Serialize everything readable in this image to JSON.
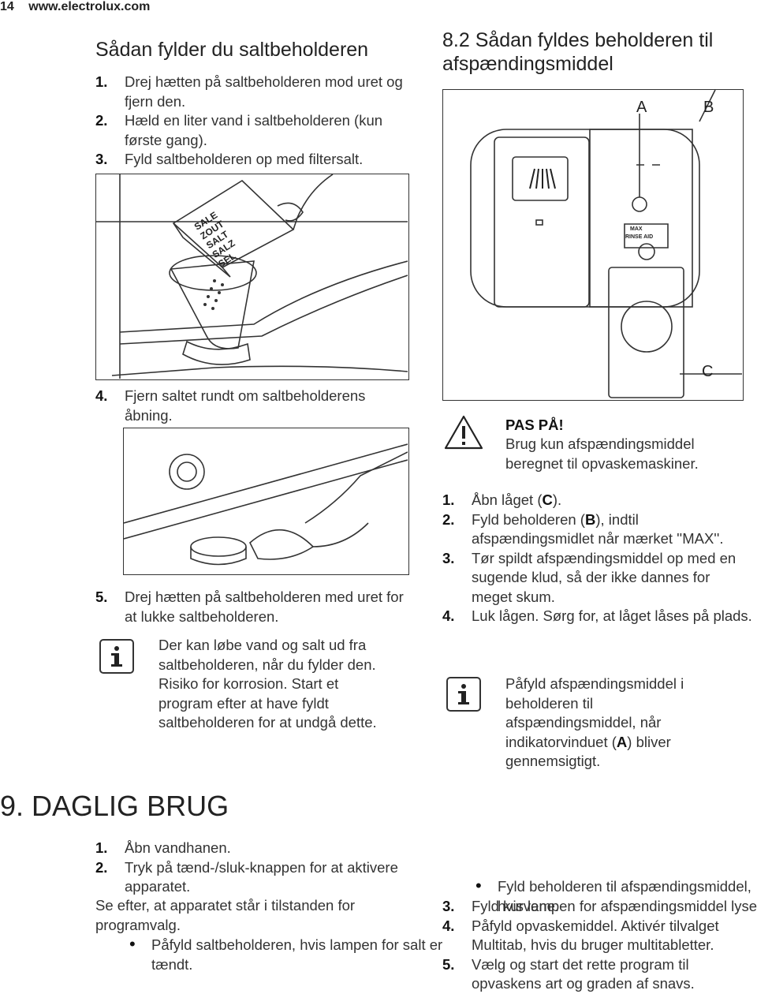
{
  "header": {
    "page_number": "14",
    "website": "www.electrolux.com"
  },
  "left": {
    "title": "Sådan fylder du saltbeholderen",
    "steps_a": [
      {
        "num": "1.",
        "text": "Drej hætten på saltbeholderen mod uret og fjern den."
      },
      {
        "num": "2.",
        "text": "Hæld en liter vand i saltbeholderen (kun første gang)."
      },
      {
        "num": "3.",
        "text": "Fyld saltbeholderen op med filtersalt."
      }
    ],
    "salt_box_text": [
      "SALE",
      "ZOUT",
      "SALT",
      "SALZ",
      "SEL"
    ],
    "step4": {
      "num": "4.",
      "text": "Fjern saltet rundt om saltbeholderens åbning."
    },
    "step5": {
      "num": "5.",
      "text": "Drej hætten på saltbeholderen med uret for at lukke saltbeholderen."
    },
    "info": "Der kan løbe vand og salt ud fra saltbeholderen, når du fylder den. Risiko for korrosion. Start et program efter at have fyldt saltbeholderen for at undgå dette.",
    "section_title": "9. DAGLIG BRUG",
    "daily_steps": [
      {
        "num": "1.",
        "text": "Åbn vandhanen."
      },
      {
        "num": "2.",
        "text": "Tryk på tænd-/sluk-knappen for at aktivere apparatet."
      }
    ],
    "daily_note": "Se efter, at apparatet står i tilstanden for programvalg.",
    "daily_bullet": "Påfyld saltbeholderen, hvis lampen for salt er tændt."
  },
  "right": {
    "title": "8.2 Sådan fyldes beholderen til afspændingsmiddel",
    "fig_labels": {
      "a": "A",
      "b": "B",
      "c": "C"
    },
    "dial_max": "MAX",
    "dial_rinse": "RINSE AID",
    "warning_title": "PAS PÅ!",
    "warning_text": "Brug kun afspændingsmiddel beregnet til opvaskemaskiner.",
    "steps": [
      {
        "num": "1.",
        "pre": "Åbn låget (",
        "bold": "C",
        "post": ")."
      },
      {
        "num": "2.",
        "pre": "Fyld beholderen (",
        "bold": "B",
        "post": "), indtil afspændingsmidlet når mærket ''MAX''."
      },
      {
        "num": "3.",
        "pre": "Tør spildt afspændingsmiddel op med en sugende klud, så der ikke dannes for meget skum.",
        "bold": "",
        "post": ""
      },
      {
        "num": "4.",
        "pre": "Luk lågen. Sørg for, at låget låses på plads.",
        "bold": "",
        "post": ""
      }
    ],
    "info_pre": "Påfyld afspændingsmiddel i beholderen til afspændingsmiddel, når indikatorvinduet (",
    "info_bold": "A",
    "info_post": ") bliver gennemsigtigt.",
    "bottom_bullet": "Fyld beholderen til afspændingsmiddel, hvis lampen for afspændingsmiddel lyser.",
    "bottom_steps": [
      {
        "num": "3.",
        "text": "Fyld kurvene."
      },
      {
        "num": "4.",
        "text": "Påfyld opvaskemiddel. Aktivér tilvalget Multitab, hvis du bruger multitabletter."
      },
      {
        "num": "5.",
        "text": "Vælg og start det rette program til opvaskens art og graden af snavs."
      }
    ]
  }
}
